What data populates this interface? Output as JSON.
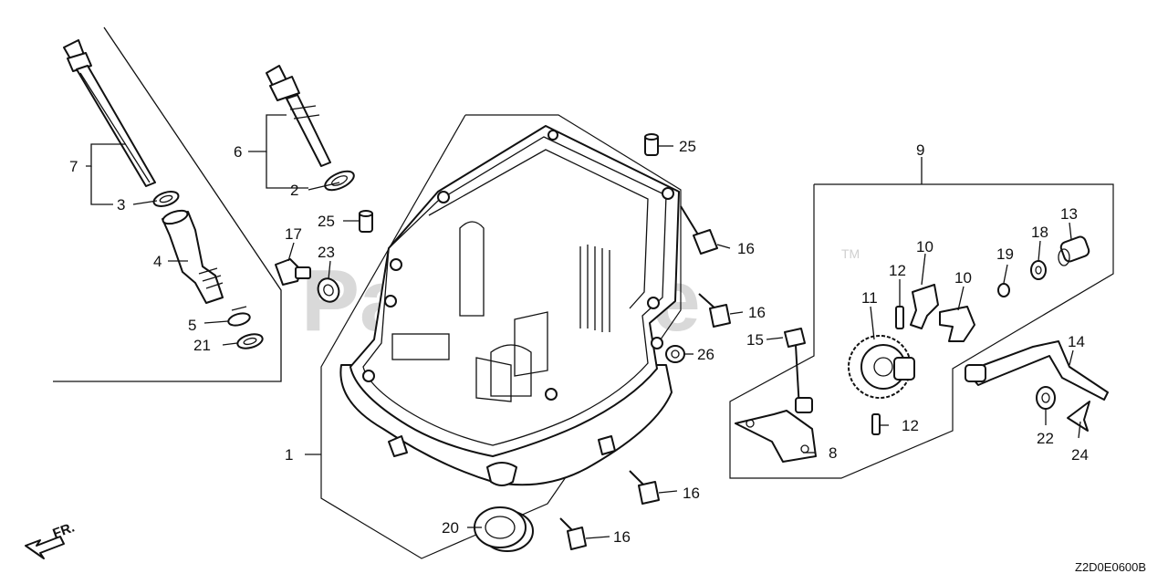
{
  "watermark": {
    "text": "PartsTree",
    "tm": "TM"
  },
  "diagram_code": "Z2D0E0600B",
  "front_indicator": "FR.",
  "callouts": [
    {
      "id": "1",
      "label": "1"
    },
    {
      "id": "2",
      "label": "2"
    },
    {
      "id": "3",
      "label": "3"
    },
    {
      "id": "4",
      "label": "4"
    },
    {
      "id": "5",
      "label": "5"
    },
    {
      "id": "6",
      "label": "6"
    },
    {
      "id": "7",
      "label": "7"
    },
    {
      "id": "8",
      "label": "8"
    },
    {
      "id": "9",
      "label": "9"
    },
    {
      "id": "10a",
      "label": "10"
    },
    {
      "id": "10b",
      "label": "10"
    },
    {
      "id": "11",
      "label": "11"
    },
    {
      "id": "12a",
      "label": "12"
    },
    {
      "id": "12b",
      "label": "12"
    },
    {
      "id": "13",
      "label": "13"
    },
    {
      "id": "14",
      "label": "14"
    },
    {
      "id": "15",
      "label": "15"
    },
    {
      "id": "16a",
      "label": "16"
    },
    {
      "id": "16b",
      "label": "16"
    },
    {
      "id": "16c",
      "label": "16"
    },
    {
      "id": "16d",
      "label": "16"
    },
    {
      "id": "17",
      "label": "17"
    },
    {
      "id": "18",
      "label": "18"
    },
    {
      "id": "19",
      "label": "19"
    },
    {
      "id": "20",
      "label": "20"
    },
    {
      "id": "21",
      "label": "21"
    },
    {
      "id": "22",
      "label": "22"
    },
    {
      "id": "23",
      "label": "23"
    },
    {
      "id": "24",
      "label": "24"
    },
    {
      "id": "25a",
      "label": "25"
    },
    {
      "id": "25b",
      "label": "25"
    },
    {
      "id": "26",
      "label": "26"
    }
  ]
}
